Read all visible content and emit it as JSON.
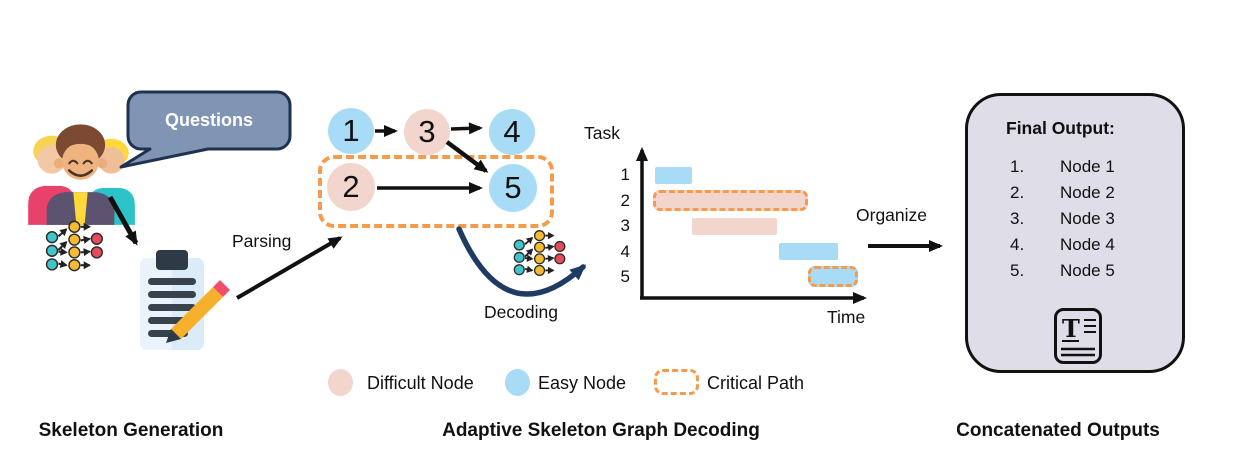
{
  "colors": {
    "easy_node": "#a8dbf5",
    "difficult_node": "#f2d5cd",
    "critical_path": "#f59b4b",
    "arrow_navy": "#1f3a63",
    "bubble_fill": "#8095b3",
    "bubble_border": "#1e3250",
    "output_box_fill": "#dedde8"
  },
  "skeleton_generation": {
    "speech_bubble_label": "Questions",
    "parsing_label": "Parsing",
    "caption": "Skeleton Generation"
  },
  "graph_decoding": {
    "caption": "Adaptive Skeleton Graph Decoding",
    "decoding_label": "Decoding",
    "nodes": [
      {
        "id": "1",
        "type": "easy"
      },
      {
        "id": "2",
        "type": "difficult"
      },
      {
        "id": "3",
        "type": "difficult"
      },
      {
        "id": "4",
        "type": "easy"
      },
      {
        "id": "5",
        "type": "easy"
      }
    ],
    "edges": [
      [
        "1",
        "3"
      ],
      [
        "3",
        "4"
      ],
      [
        "3",
        "5"
      ],
      [
        "2",
        "5"
      ]
    ],
    "critical_path_nodes": [
      "2",
      "5"
    ]
  },
  "chart_data": {
    "type": "gantt",
    "y_axis_label": "Task",
    "x_axis_label": "Time",
    "rows": [
      "1",
      "2",
      "3",
      "4",
      "5"
    ],
    "bars": [
      {
        "task": "1",
        "type": "easy",
        "critical": false,
        "start": 0.06,
        "end": 0.23
      },
      {
        "task": "2",
        "type": "difficult",
        "critical": true,
        "start": 0.05,
        "end": 0.76
      },
      {
        "task": "3",
        "type": "difficult",
        "critical": false,
        "start": 0.23,
        "end": 0.62
      },
      {
        "task": "4",
        "type": "easy",
        "critical": false,
        "start": 0.63,
        "end": 0.9
      },
      {
        "task": "5",
        "type": "easy",
        "critical": true,
        "start": 0.76,
        "end": 0.99
      }
    ]
  },
  "organize_label": "Organize",
  "legend": {
    "difficult": "Difficult Node",
    "easy": "Easy Node",
    "critical": "Critical Path"
  },
  "concatenated_outputs": {
    "caption": "Concatenated Outputs",
    "title": "Final Output:",
    "items": [
      {
        "num": "1.",
        "label": "Node 1"
      },
      {
        "num": "2.",
        "label": "Node 2"
      },
      {
        "num": "3.",
        "label": "Node 3"
      },
      {
        "num": "4.",
        "label": "Node 4"
      },
      {
        "num": "5.",
        "label": "Node 5"
      }
    ]
  }
}
